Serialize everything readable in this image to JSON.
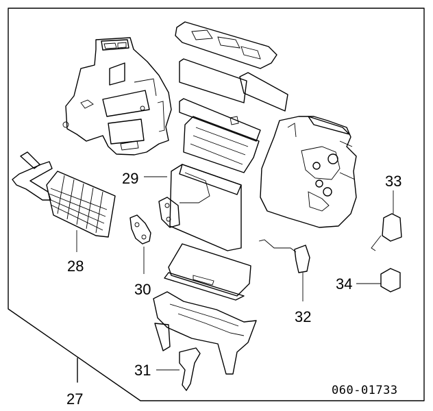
{
  "labels": {
    "p27": "27",
    "p28": "28",
    "p29": "29",
    "p30": "30",
    "p31": "31",
    "p32": "32",
    "p33": "33",
    "p34": "34"
  },
  "reference_code": "060-01733"
}
